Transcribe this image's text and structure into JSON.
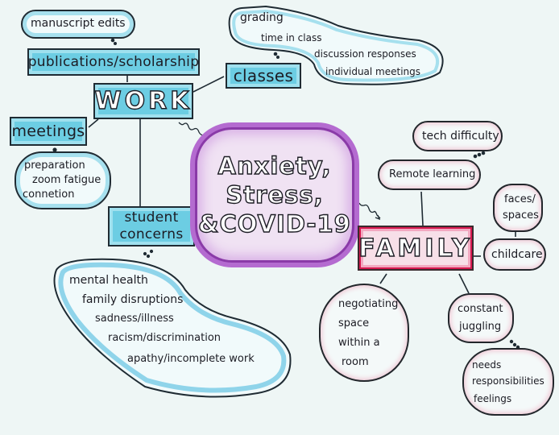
{
  "central": {
    "lines": [
      "Anxiety,",
      "Stress,",
      "&COVID-19"
    ],
    "color": "#8a3aa8"
  },
  "work": {
    "label": "WORK",
    "color": "#6ccde3",
    "publications": {
      "label": "publications/scholarship",
      "details": [
        "manuscript edits"
      ]
    },
    "classes": {
      "label": "classes",
      "details": [
        "grading",
        "time in class",
        "discussion responses",
        "individual meetings"
      ]
    },
    "meetings": {
      "label": "meetings",
      "details": [
        "preparation",
        "zoom fatigue",
        "connetion"
      ]
    },
    "student_concerns": {
      "label_lines": [
        "student",
        "concerns"
      ],
      "details": [
        "mental health",
        "family disruptions",
        "sadness/illness",
        "racism/discrimination",
        "apathy/incomplete work"
      ]
    }
  },
  "family": {
    "label": "FAMILY",
    "color": "#d6194f",
    "remote_learning": {
      "label": "Remote learning",
      "details": [
        "tech difficulty"
      ]
    },
    "childcare": {
      "label": "childcare",
      "details_lines": [
        "faces/",
        "spaces"
      ]
    },
    "negotiating": {
      "lines": [
        "negotiating",
        "space",
        "within a",
        "room"
      ]
    },
    "juggling": {
      "lines": [
        "constant",
        "juggling"
      ],
      "details_lines": [
        "needs",
        "responsibilities",
        "feelings"
      ]
    }
  }
}
